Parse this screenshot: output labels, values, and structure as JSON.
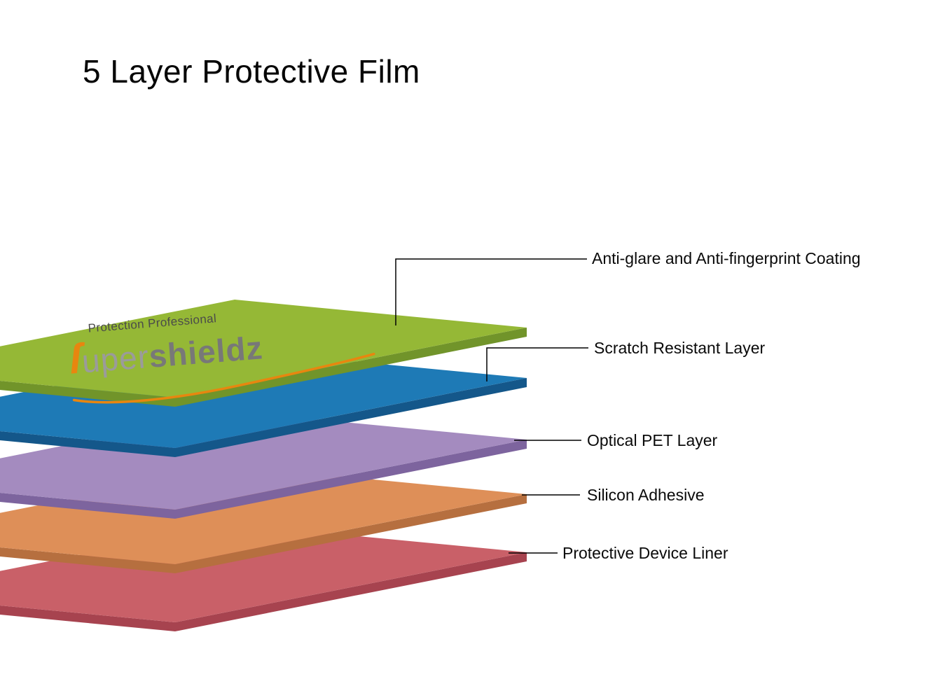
{
  "title": "5 Layer Protective Film",
  "logo": {
    "tagline": "Protection Professional",
    "brand_initial": "ſ",
    "brand_mid": "uper",
    "brand_end": "shieldz"
  },
  "layers": [
    {
      "name": "anti-glare-coating",
      "label": "Anti-glare and Anti-fingerprint Coating",
      "color": "#95b836",
      "edge_color": "#71942a"
    },
    {
      "name": "scratch-resistant",
      "label": "Scratch Resistant Layer",
      "color": "#1e7ab6",
      "edge_color": "#14578a"
    },
    {
      "name": "optical-pet",
      "label": "Optical PET Layer",
      "color": "#a48bbf",
      "edge_color": "#7d649e"
    },
    {
      "name": "silicon-adhesive",
      "label": "Silicon Adhesive",
      "color": "#de8f58",
      "edge_color": "#b66f3f"
    },
    {
      "name": "device-liner",
      "label": "Protective Device Liner",
      "color": "#c96068",
      "edge_color": "#a7434f"
    }
  ],
  "colors": {
    "background": "#ffffff",
    "text": "#0a0a0a",
    "callout_line": "#000000",
    "logo_orange": "#e8860f",
    "logo_gray": "#9b9b9b"
  }
}
